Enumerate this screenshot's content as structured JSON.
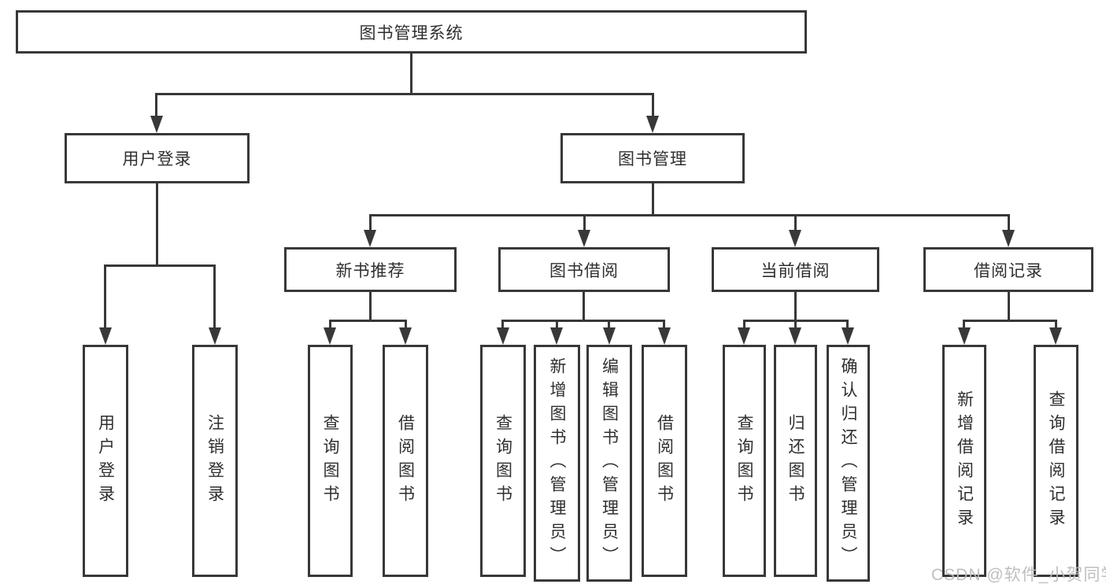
{
  "diagram": {
    "type": "hierarchy-diagram",
    "root": {
      "label": "图书管理系统"
    },
    "children": [
      {
        "label": "用户登录",
        "children": [
          {
            "label": "用户登录"
          },
          {
            "label": "注销登录"
          }
        ]
      },
      {
        "label": "图书管理",
        "children": [
          {
            "label": "新书推荐",
            "children": [
              {
                "label": "查询图书"
              },
              {
                "label": "借阅图书"
              }
            ]
          },
          {
            "label": "图书借阅",
            "children": [
              {
                "label": "查询图书"
              },
              {
                "label": "新增图书（管理员）"
              },
              {
                "label": "编辑图书（管理员）"
              },
              {
                "label": "借阅图书"
              }
            ]
          },
          {
            "label": "当前借阅",
            "children": [
              {
                "label": "查询图书"
              },
              {
                "label": "归还图书"
              },
              {
                "label": "确认归还（管理员）"
              }
            ]
          },
          {
            "label": "借阅记录",
            "children": [
              {
                "label": "新增借阅记录"
              },
              {
                "label": "查询借阅记录"
              }
            ]
          }
        ]
      }
    ]
  },
  "watermark": {
    "text": "CSDN @软件_小贺同学"
  },
  "colors": {
    "line": "#383838",
    "box_border": "#383838",
    "box_background": "#ffffff",
    "text": "#2f2f2f",
    "watermark": "#bcbcbc",
    "page_background": "#ffffff"
  }
}
